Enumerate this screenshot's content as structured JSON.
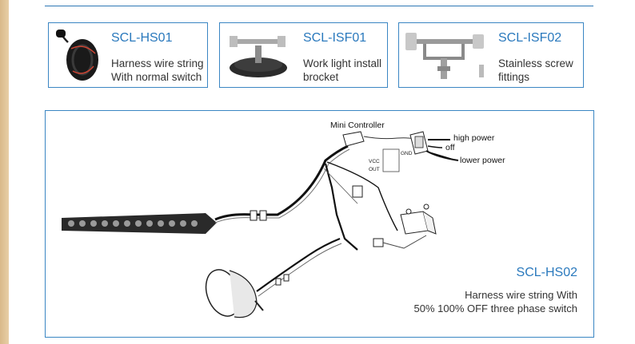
{
  "products": [
    {
      "code": "SCL-HS01",
      "desc1": "Harness wire string",
      "desc2": "With normal switch"
    },
    {
      "code": "SCL-ISF01",
      "desc1": "Work light install",
      "desc2": "brocket"
    },
    {
      "code": "SCL-ISF02",
      "desc1": "Stainless screw",
      "desc2": "fittings"
    }
  ],
  "diagram": {
    "code": "SCL-HS02",
    "desc1": "Harness wire string With",
    "desc2": "50% 100% OFF three phase switch",
    "controller_label": "Mini Controller",
    "switch_labels": {
      "high": "high power",
      "off": "off",
      "low": "lower power"
    },
    "pin_labels": {
      "gnd": "GND",
      "vcc": "VCC",
      "out": "OUT"
    }
  },
  "colors": {
    "accent": "#2a79bd",
    "border": "#3a86c3"
  }
}
